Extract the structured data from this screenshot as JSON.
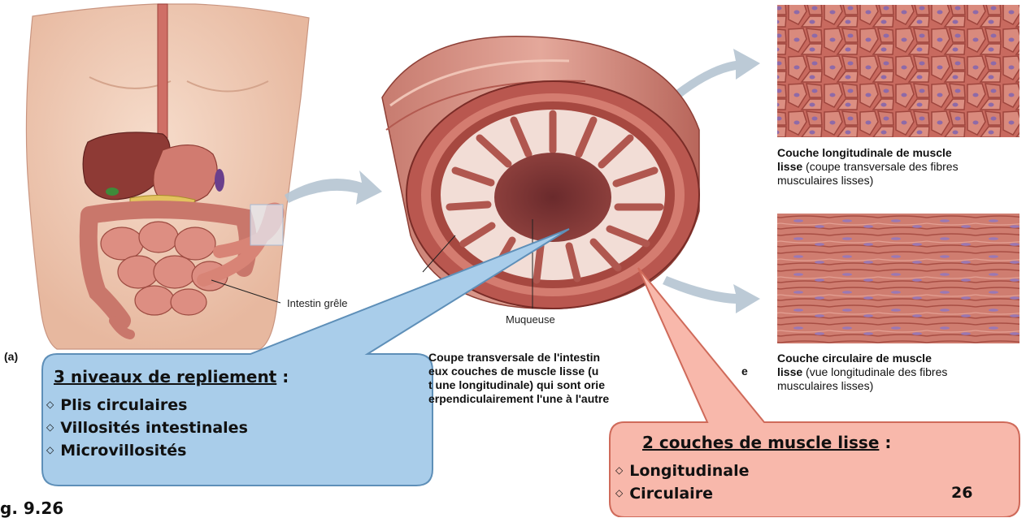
{
  "figure": {
    "panel_label": "(a)",
    "fig_label": "g. 9.26",
    "page_number": "26",
    "organ_label": "Intestin grêle",
    "mucosa_label": "Muqueuse",
    "center_caption": {
      "line1": "Coupe transversale de l'intestin",
      "line2": "eux couches de muscle lisse (u",
      "line2_tail": "e",
      "line3": "t une longitudinale) qui sont orie",
      "line4": "erpendiculairement l'une à l'autre"
    },
    "top_right_caption": {
      "bold": "Couche longitudinale de muscle lisse",
      "bold_line1": "Couche longitudinale de muscle",
      "bold_line2": "lisse",
      "rest_line2": " (coupe transversale des fibres",
      "line3": "musculaires lisses)"
    },
    "bottom_right_caption": {
      "bold_line1": "Couche circulaire de muscle",
      "bold_line2": "lisse",
      "rest_line2": " (vue longitudinale des fibres",
      "line3": "musculaires lisses)"
    }
  },
  "callout_left": {
    "title": "3 niveaux de repliement",
    "colon": " :",
    "items": [
      "Plis circulaires",
      "Villosités intestinales",
      "Microvillosités"
    ]
  },
  "callout_right": {
    "title": "2 couches de muscle lisse",
    "colon": " :",
    "items": [
      "Longitudinale",
      "Circulaire"
    ]
  },
  "colors": {
    "callout_blue_fill": "#a9cdea",
    "callout_blue_stroke": "#5e8fb8",
    "callout_pink_fill": "#f8b8ab",
    "callout_pink_stroke": "#cf6a5a",
    "muscle": "#c4675f",
    "skin": "#efc9b4"
  }
}
